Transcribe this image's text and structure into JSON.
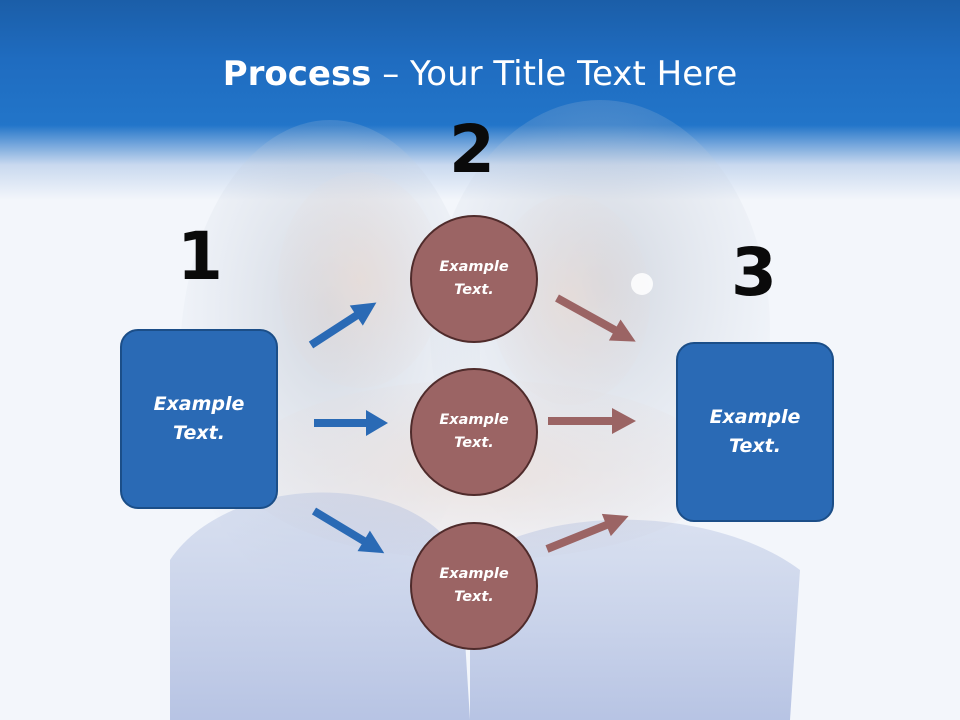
{
  "title": {
    "bold": "Process",
    "rest": " – Your Title Text Here"
  },
  "steps": [
    {
      "number": "1",
      "text": "Example\nText."
    },
    {
      "number": "2",
      "items": [
        "Example\nText.",
        "Example\nText.",
        "Example\nText."
      ]
    },
    {
      "number": "3",
      "text": "Example\nText."
    }
  ],
  "colors": {
    "header": "#1f6cc0",
    "box_fill": "#2a6ab5",
    "circle_fill": "#9b6464",
    "blue_arrow": "#2a6ab5",
    "brown_arrow": "#9b6464"
  },
  "icons": [
    "arrow-right-icon"
  ]
}
